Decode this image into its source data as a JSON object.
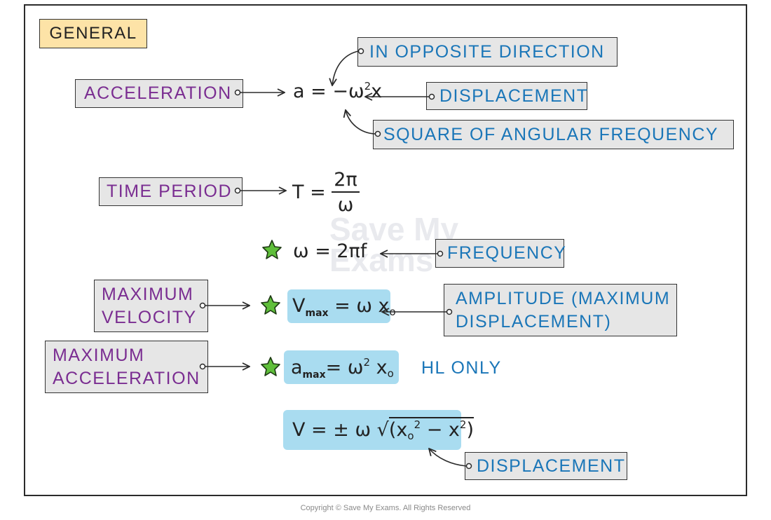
{
  "header": {
    "general_label": "GENERAL"
  },
  "watermark": {
    "line1": "Save My",
    "line2": "Exams"
  },
  "rows": {
    "acceleration": {
      "label": "ACCELERATION",
      "eq_left": "a = ",
      "eq_minus": "−",
      "eq_omega": "ω",
      "eq_power": "2",
      "eq_x": "x",
      "note_direction": "IN OPPOSITE DIRECTION",
      "note_displacement": "DISPLACEMENT",
      "note_square": "SQUARE OF ANGULAR FREQUENCY"
    },
    "time_period": {
      "label": "TIME PERIOD",
      "eq_left": "T = ",
      "numerator": "2π",
      "denominator": "ω"
    },
    "frequency": {
      "equation": "ω = 2πf",
      "note_frequency": "FREQUENCY"
    },
    "max_velocity": {
      "label_line1": "MAXIMUM",
      "label_line2": "VELOCITY",
      "eq_v": "V",
      "eq_sub": "max",
      "eq_rest": " = ω x",
      "eq_sub0": "o",
      "note_line1": "AMPLITUDE (MAXIMUM",
      "note_line2": "DISPLACEMENT)"
    },
    "max_acceleration": {
      "label_line1": "MAXIMUM",
      "label_line2": "ACCELERATION",
      "eq_a": "a",
      "eq_sub": "max",
      "eq_mid": "= ω",
      "eq_power": "2",
      "eq_x": " x",
      "eq_sub0": "o",
      "note_hl": "HL ONLY"
    },
    "velocity": {
      "eq_left": "V = ± ω √",
      "eq_open": "(x",
      "eq_sub0": "o",
      "eq_power1": "2",
      "eq_mid": " − x",
      "eq_power2": "2",
      "eq_close": ")",
      "note_displacement": "DISPLACEMENT"
    }
  },
  "footer": {
    "copyright": "Copyright © Save My Exams. All Rights Reserved"
  },
  "colors": {
    "purple": "#7a2d91",
    "blue": "#1a76b8",
    "highlight": "#a9dcf0",
    "label_bg": "#e6e6e6",
    "star": "#5fbf3a",
    "general_bg": "#fde3a7"
  }
}
